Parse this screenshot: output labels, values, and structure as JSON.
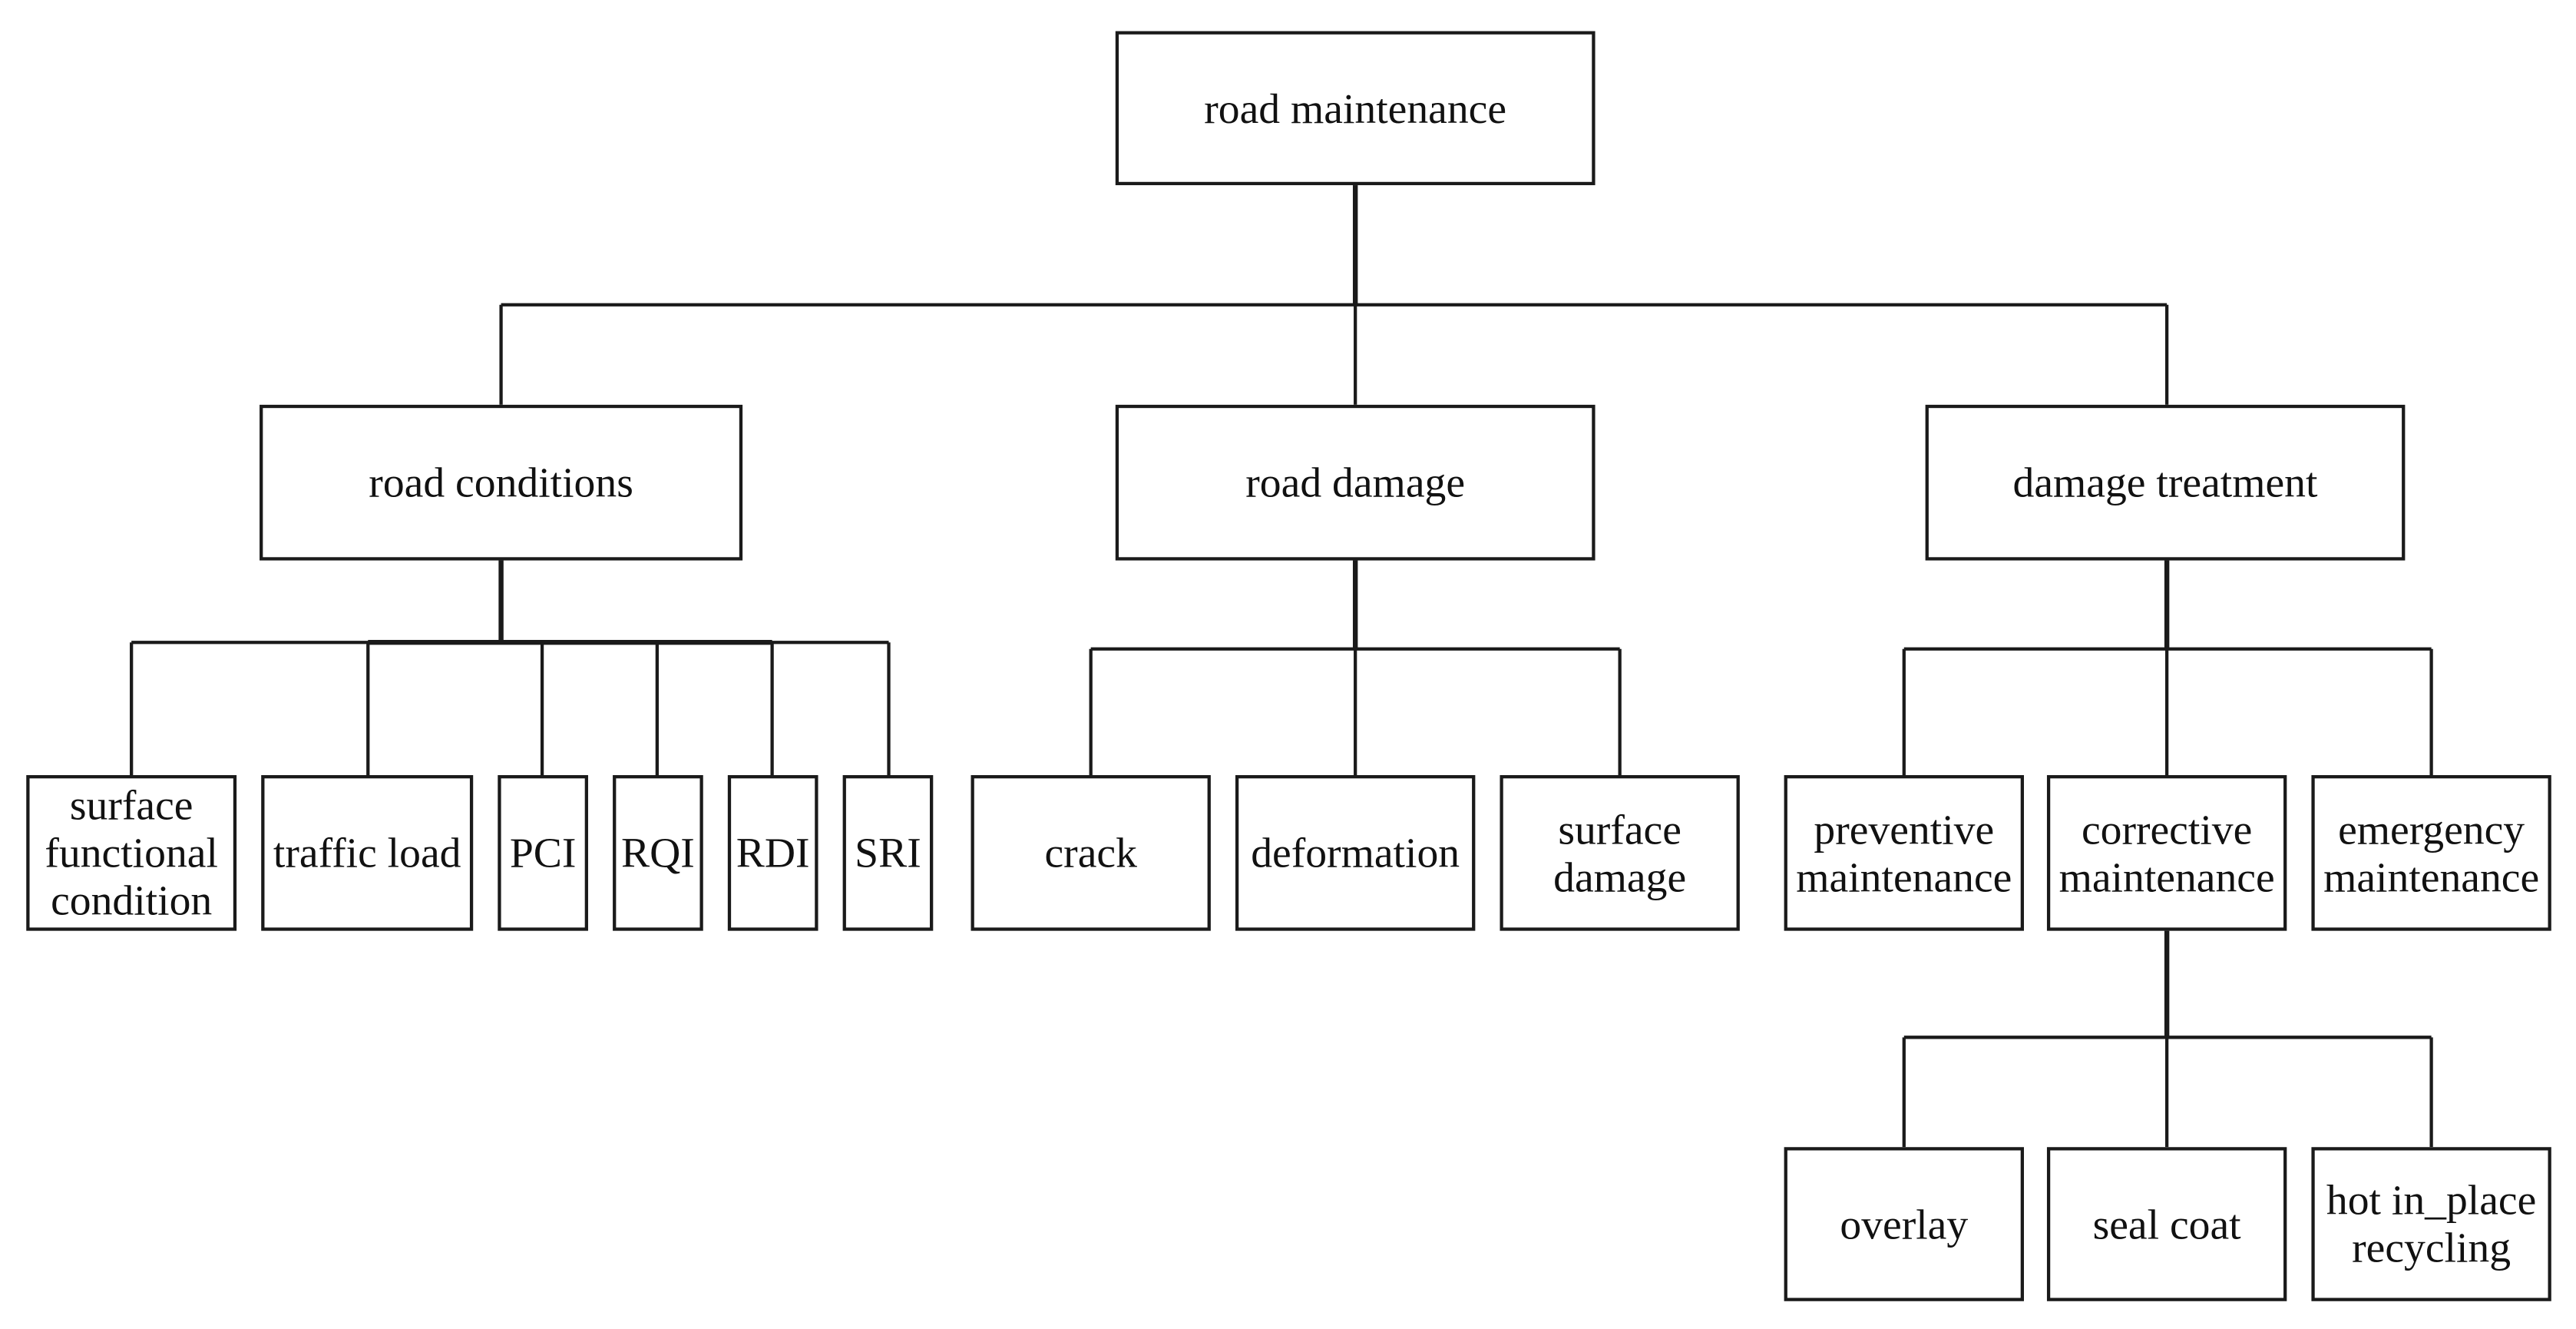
{
  "diagram": {
    "root": "road maintenance",
    "road_conditions": {
      "label": "road conditions",
      "surface_functional_condition": [
        "surface",
        "functional",
        "condition"
      ],
      "traffic_load": "traffic load",
      "pci": "PCI",
      "rqi": "RQI",
      "rdi": "RDI",
      "sri": "SRI"
    },
    "road_damage": {
      "label": "road damage",
      "crack": "crack",
      "deformation": "deformation",
      "surface_damage": [
        "surface",
        "damage"
      ]
    },
    "damage_treatment": {
      "label": "damage treatment",
      "preventive_maintenance": [
        "preventive",
        "maintenance"
      ],
      "corrective_maintenance": [
        "corrective",
        "maintenance"
      ],
      "emergency_maintenance": [
        "emergency",
        "maintenance"
      ],
      "overlay": "overlay",
      "seal_coat": "seal coat",
      "hot_in_place_recycling": [
        "hot in_place",
        "recycling"
      ]
    }
  }
}
